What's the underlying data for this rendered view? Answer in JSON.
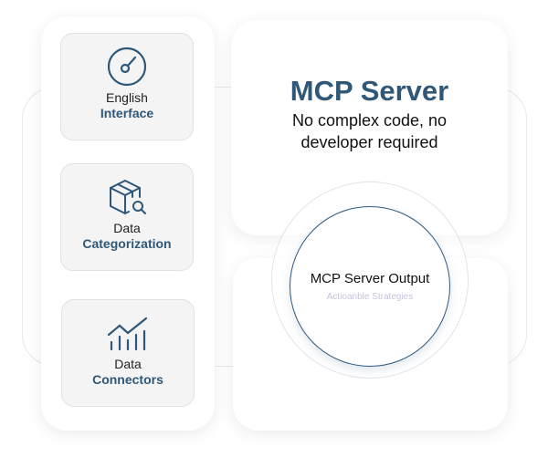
{
  "features": [
    {
      "icon": "gauge-icon",
      "line1": "English",
      "line2": "Interface"
    },
    {
      "icon": "box-search-icon",
      "line1": "Data",
      "line2": "Categorization"
    },
    {
      "icon": "chart-growth-icon",
      "line1": "Data",
      "line2": "Connectors"
    }
  ],
  "header": {
    "title": "MCP Server",
    "subtitle_line1": "No complex code, no",
    "subtitle_line2": "developer required"
  },
  "output": {
    "title": "MCP Server Output",
    "subtitle": "Actioanble Strategies"
  },
  "colors": {
    "accent": "#2f5777",
    "tile_bg": "#f4f4f5"
  }
}
